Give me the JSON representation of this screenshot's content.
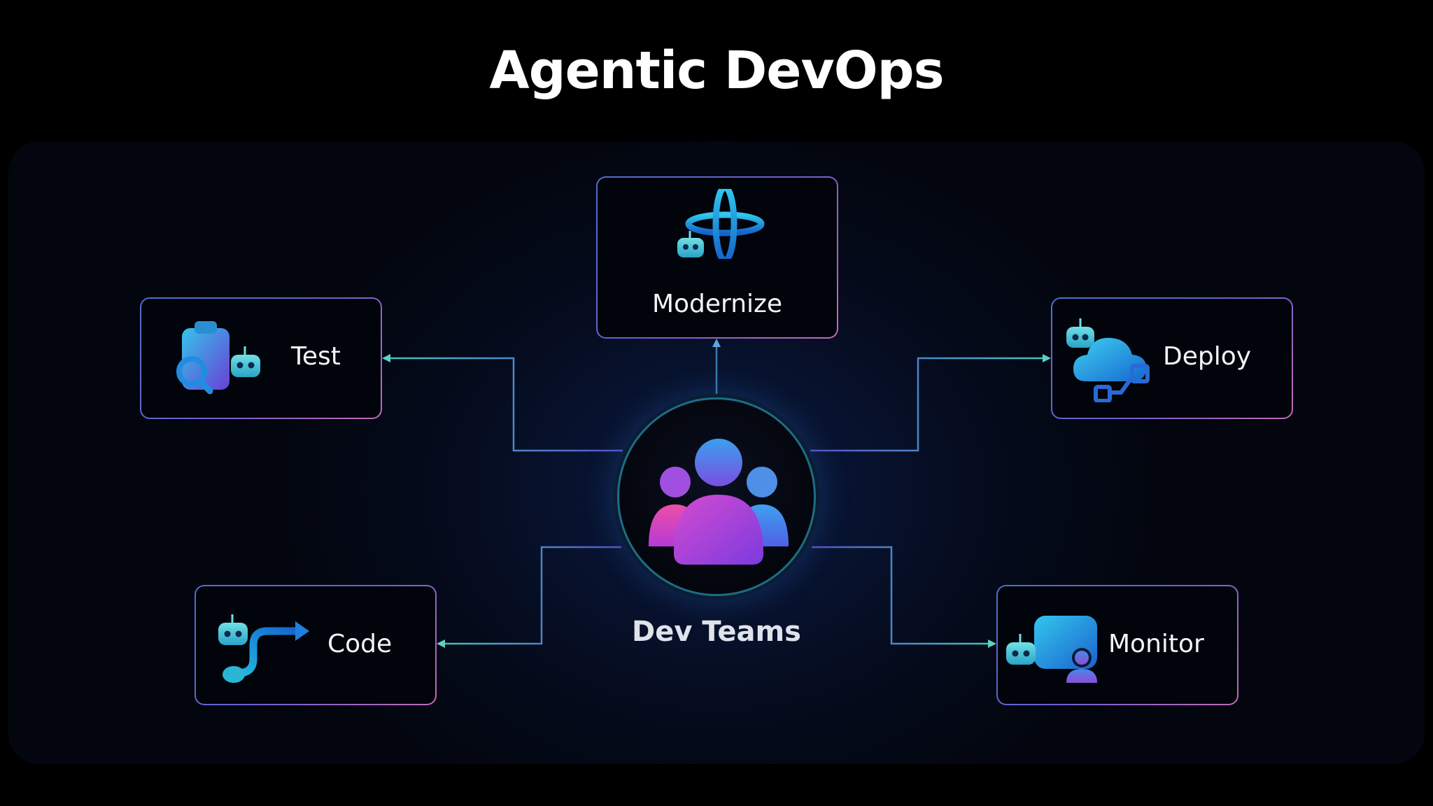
{
  "title": "Agentic DevOps",
  "hub": {
    "label": "Dev Teams",
    "icon": "people-group-icon"
  },
  "nodes": {
    "modernize": {
      "label": "Modernize",
      "icon": "modernize-robot-icon"
    },
    "test": {
      "label": "Test",
      "icon": "test-clipboard-robot-icon"
    },
    "deploy": {
      "label": "Deploy",
      "icon": "deploy-cloud-robot-icon"
    },
    "code": {
      "label": "Code",
      "icon": "code-branch-robot-icon"
    },
    "monitor": {
      "label": "Monitor",
      "icon": "monitor-robot-icon"
    }
  },
  "colors": {
    "background": "#000000",
    "connector": "#3a6f9a",
    "arrow": "#5fd1c4",
    "accent_blue": "#1e9be6",
    "accent_pink": "#e0449c"
  }
}
